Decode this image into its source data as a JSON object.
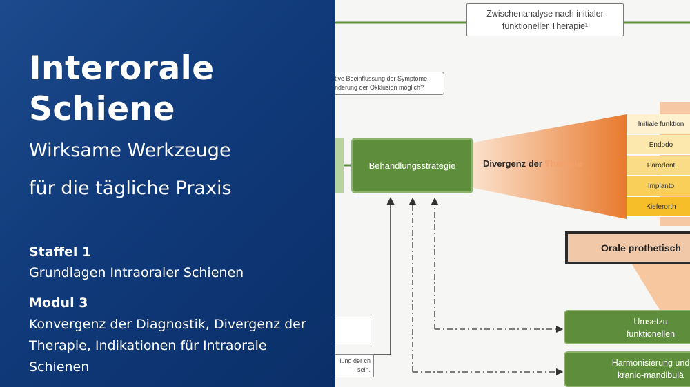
{
  "left": {
    "title": "Interorale Schiene",
    "subtitle_line1": "Wirksame Werkzeuge",
    "subtitle_line2": "für die tägliche Praxis",
    "staffel_head": "Staffel 1",
    "staffel_text": "Grundlagen Intraoraler Schienen",
    "modul_head": "Modul 3",
    "modul_text": "Konvergenz der Diagnostik, Divergenz der Therapie, Indikationen für Intraorale Schienen"
  },
  "diagram": {
    "top_box": "Zwischenanalyse nach initialer funktioneller Therapie¹",
    "question_box": "tive Beeinflussung der Symptome nderung der Okklusion möglich?",
    "behandlung": "Behandlungsstrategie",
    "divergenz_prefix": "Divergenz der ",
    "divergenz_suffix": "Therapie",
    "list_items": [
      "Initiale funktion",
      "Endodo",
      "Parodont",
      "Implanto",
      "Kieferorth"
    ],
    "list_colors": [
      "#fdf1cf",
      "#fce8ad",
      "#fbdc86",
      "#f9cf5a",
      "#f6bf2a"
    ],
    "orale": "Orale prothetisch",
    "green_box1_line1": "Umsetzu",
    "green_box1_line2": "funktionellen",
    "green_box2_line1": "Harmonisierung und",
    "green_box2_line2": "kranio-mandibulä",
    "bottom_left_box": "lung der ch sein."
  }
}
